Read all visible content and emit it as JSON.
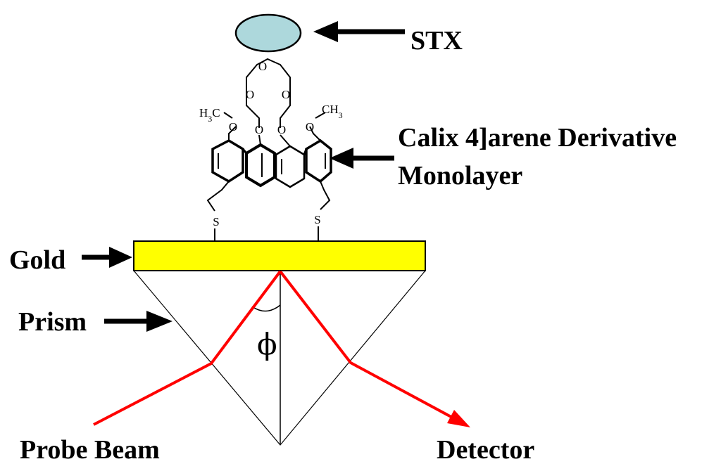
{
  "labels": {
    "stx": "STX",
    "calix_line1": "Calix 4]arene Derivative",
    "calix_line2": "Monolayer",
    "gold": "Gold",
    "prism": "Prism",
    "probe_beam": "Probe Beam",
    "detector": "Detector",
    "angle": "ϕ"
  },
  "molecule": {
    "oxygen": "O",
    "sulfur": "S",
    "methyl_left": "H3C",
    "methyl_right": "CH3"
  },
  "colors": {
    "stx_fill": "#add8dc",
    "gold_fill": "#ffff00",
    "beam": "#ff0000",
    "arrow": "#000000",
    "line": "#000000"
  }
}
